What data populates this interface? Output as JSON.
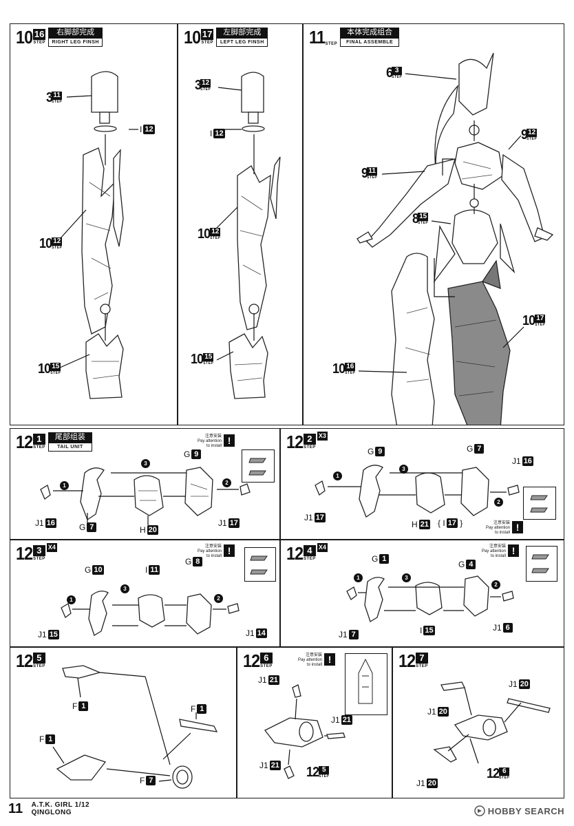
{
  "step10a": {
    "major": "10",
    "sub": "16",
    "step_word": "STEP",
    "title_cn": "右脚部完成",
    "title_en": "RIGHT LEG FINSH",
    "refs": [
      {
        "major": "3",
        "sub": "11"
      },
      {
        "major": "10",
        "sub": "12"
      },
      {
        "major": "10",
        "sub": "15"
      }
    ],
    "parts": [
      {
        "letter": "I",
        "num": "12"
      }
    ]
  },
  "step10b": {
    "major": "10",
    "sub": "17",
    "step_word": "STEP",
    "title_cn": "左脚部完成",
    "title_en": "LEFT LEG FINSH",
    "refs": [
      {
        "major": "3",
        "sub": "12"
      },
      {
        "major": "10",
        "sub": "12"
      },
      {
        "major": "10",
        "sub": "15"
      }
    ],
    "parts": [
      {
        "letter": "I",
        "num": "12"
      }
    ]
  },
  "step11": {
    "major": "11",
    "step_word": "STEP",
    "title_cn": "本体完成组合",
    "title_en": "FINAL ASSEMBLE",
    "refs": [
      {
        "major": "6",
        "sub": "3"
      },
      {
        "major": "9",
        "sub": "12"
      },
      {
        "major": "9",
        "sub": "11"
      },
      {
        "major": "8",
        "sub": "15"
      },
      {
        "major": "10",
        "sub": "17"
      },
      {
        "major": "10",
        "sub": "16"
      }
    ]
  },
  "step12_1": {
    "major": "12",
    "sub": "1",
    "step_word": "STEP",
    "title_cn": "尾部组装",
    "title_en": "TAIL UNIT",
    "parts": [
      {
        "letter": "G",
        "num": "9"
      },
      {
        "letter": "J1",
        "num": "16"
      },
      {
        "letter": "G",
        "num": "7"
      },
      {
        "letter": "H",
        "num": "20"
      },
      {
        "letter": "J1",
        "num": "17"
      }
    ],
    "order": [
      "1",
      "2",
      "3"
    ]
  },
  "step12_2": {
    "major": "12",
    "sub": "2",
    "mult": "X3",
    "step_word": "STEP",
    "parts": [
      {
        "letter": "G",
        "num": "9"
      },
      {
        "letter": "G",
        "num": "7"
      },
      {
        "letter": "J1",
        "num": "16"
      },
      {
        "letter": "J1",
        "num": "17"
      },
      {
        "letter": "H",
        "num": "21"
      },
      {
        "letter": "I",
        "num": "17"
      }
    ],
    "order": [
      "1",
      "2",
      "3"
    ]
  },
  "step12_3": {
    "major": "12",
    "sub": "3",
    "mult": "X4",
    "step_word": "STEP",
    "parts": [
      {
        "letter": "G",
        "num": "10"
      },
      {
        "letter": "I",
        "num": "11"
      },
      {
        "letter": "G",
        "num": "8"
      },
      {
        "letter": "J1",
        "num": "15"
      },
      {
        "letter": "J1",
        "num": "14"
      }
    ],
    "order": [
      "1",
      "2",
      "3"
    ]
  },
  "step12_4": {
    "major": "12",
    "sub": "4",
    "mult": "X4",
    "step_word": "STEP",
    "parts": [
      {
        "letter": "G",
        "num": "1"
      },
      {
        "letter": "G",
        "num": "4"
      },
      {
        "letter": "J1",
        "num": "7"
      },
      {
        "letter": "I",
        "num": "15"
      },
      {
        "letter": "J1",
        "num": "6"
      }
    ],
    "order": [
      "1",
      "2",
      "3"
    ]
  },
  "step12_5": {
    "major": "12",
    "sub": "5",
    "step_word": "STEP",
    "parts": [
      {
        "letter": "F",
        "num": "1"
      },
      {
        "letter": "F",
        "num": "1"
      },
      {
        "letter": "F",
        "num": "1"
      },
      {
        "letter": "F",
        "num": "7"
      }
    ]
  },
  "step12_6": {
    "major": "12",
    "sub": "6",
    "step_word": "STEP",
    "parts": [
      {
        "letter": "J1",
        "num": "21"
      },
      {
        "letter": "J1",
        "num": "21"
      },
      {
        "letter": "J1",
        "num": "21"
      }
    ],
    "refs": [
      {
        "major": "12",
        "sub": "5"
      }
    ]
  },
  "step12_7": {
    "major": "12",
    "sub": "7",
    "step_word": "STEP",
    "parts": [
      {
        "letter": "J1",
        "num": "20"
      },
      {
        "letter": "J1",
        "num": "20"
      },
      {
        "letter": "J1",
        "num": "20"
      }
    ],
    "refs": [
      {
        "major": "12",
        "sub": "6"
      }
    ]
  },
  "attention": {
    "cn": "注意安装",
    "en1": "Pay attention",
    "en2": "to install",
    "mark": "!"
  },
  "footer": {
    "page": "11",
    "brand_line1": "A.T.K. GIRL 1/12",
    "brand_line2": "QINGLONG",
    "watermark": "HOBBY SEARCH"
  }
}
